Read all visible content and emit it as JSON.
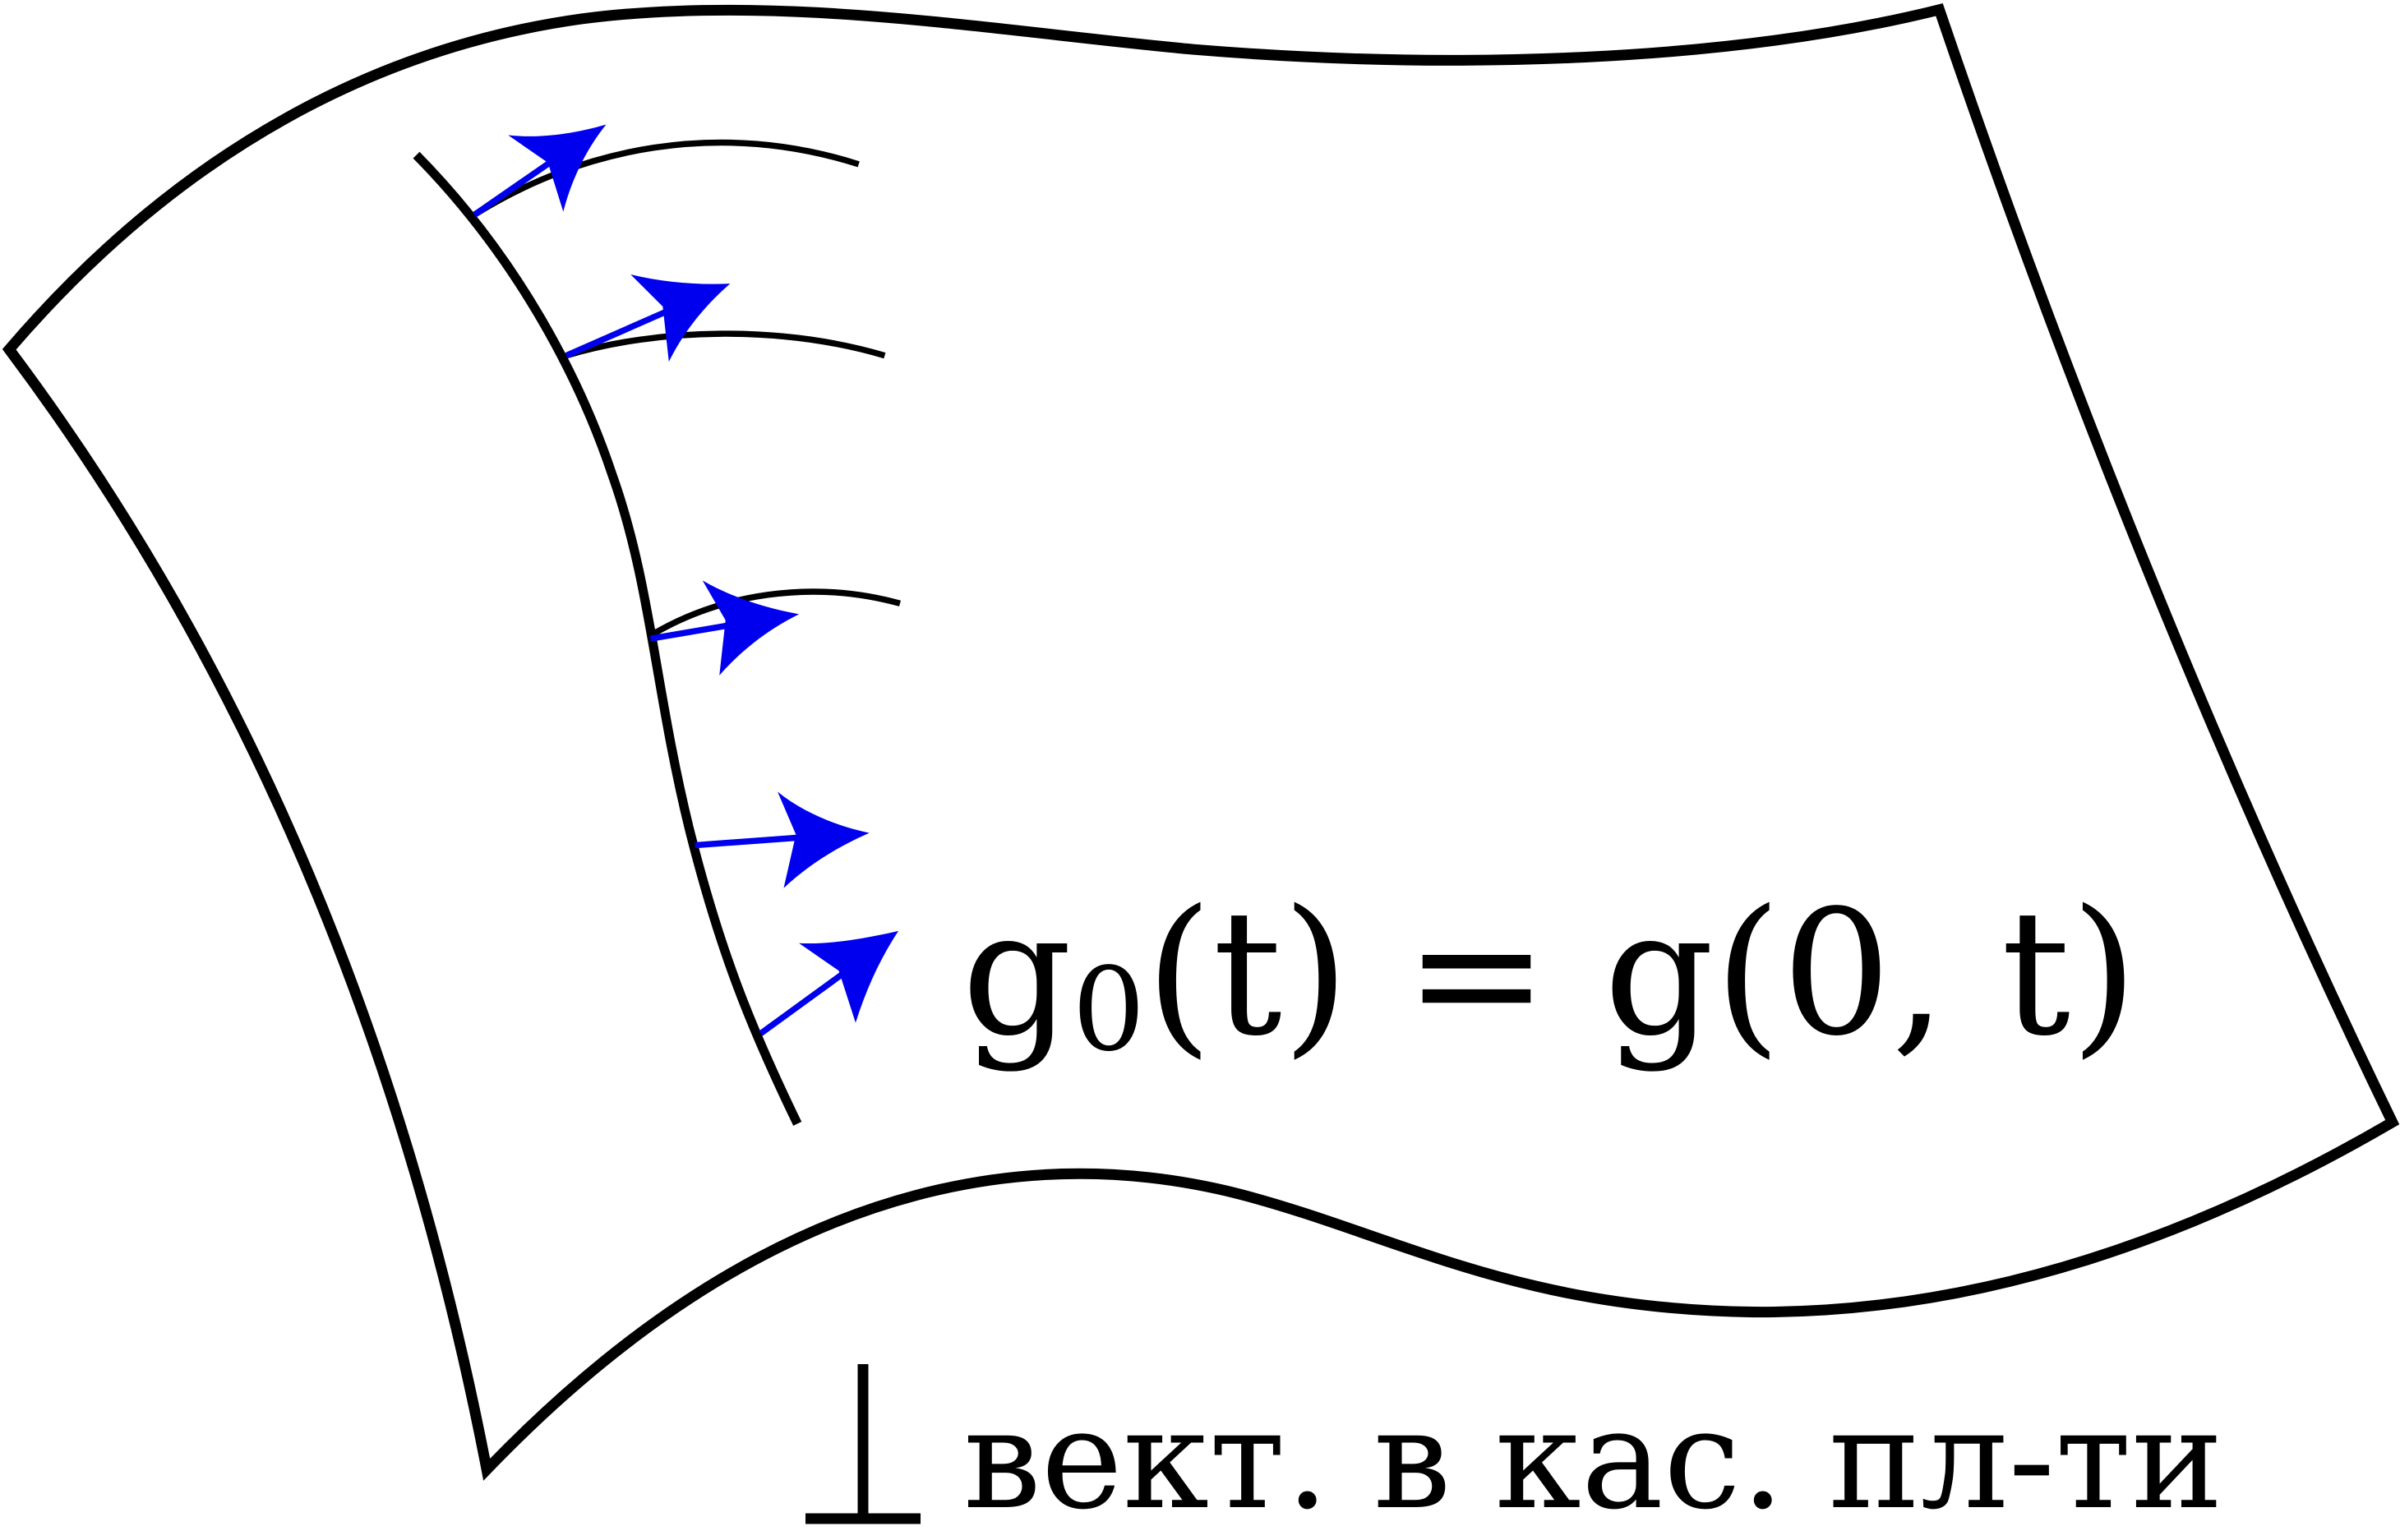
{
  "labels": {
    "curve_g": "g",
    "curve_sub": "0",
    "curve_rest": "(t) = g(0, t)",
    "caption_text": "вект. в кас. пл-ти"
  },
  "colors": {
    "outline": "#000000",
    "vector": "#0000ee",
    "background": "#ffffff"
  }
}
